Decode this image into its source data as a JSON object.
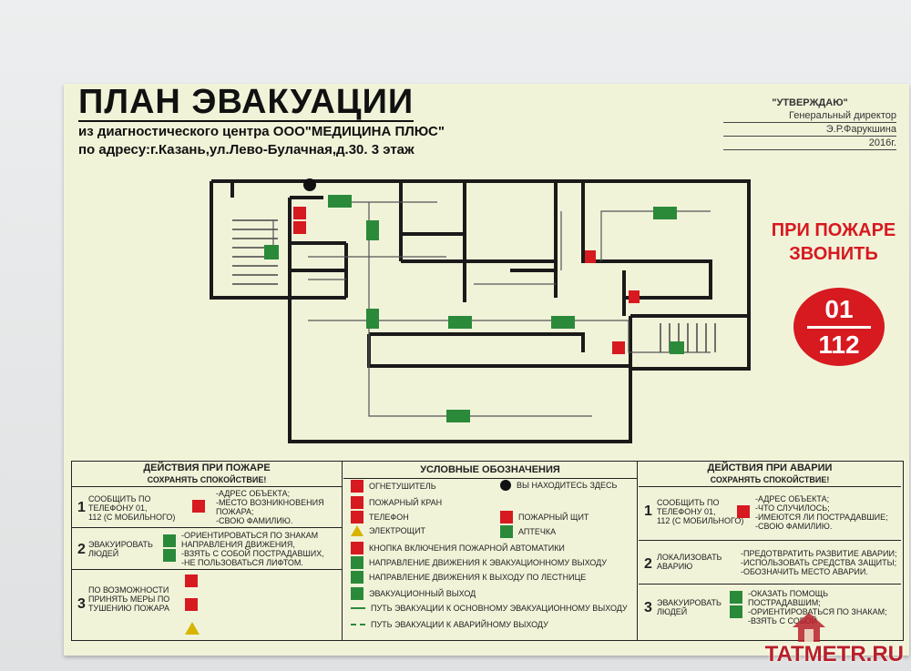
{
  "sign": {
    "title": "ПЛАН ЭВАКУАЦИИ",
    "subtitle1": "из диагностического центра ООО\"МЕДИЦИНА ПЛЮС\"",
    "subtitle2": "по адресу:г.Казань,ул.Лево-Булачная,д.30. 3 этаж"
  },
  "approval": {
    "header": "\"УТВЕРЖДАЮ\"",
    "line1": "Генеральный директор",
    "line2": "Э.Р.Фарукшина",
    "line3": "2016г."
  },
  "fire_call": {
    "line1": "ПРИ ПОЖАРЕ",
    "line2": "ЗВОНИТЬ",
    "num1": "01",
    "num2": "112"
  },
  "fire_actions": {
    "header1": "ДЕЙСТВИЯ ПРИ ПОЖАРЕ",
    "header2": "СОХРАНЯТЬ СПОКОЙСТВИЕ!",
    "s1_num": "1",
    "s1_a": "СООБЩИТЬ ПО",
    "s1_b": "ТЕЛЕФОНУ 01,",
    "s1_c": "112 (С МОБИЛЬНОГО)",
    "s1_r1": "-АДРЕС ОБЪЕКТА;",
    "s1_r2": "-МЕСТО ВОЗНИКНОВЕНИЯ",
    "s1_r3": "ПОЖАРА;",
    "s1_r4": "-СВОЮ ФАМИЛИЮ.",
    "s2_num": "2",
    "s2_a": "ЭВАКУИРОВАТЬ",
    "s2_b": "ЛЮДЕЙ",
    "s2_r1": "-ОРИЕНТИРОВАТЬСЯ ПО ЗНАКАМ",
    "s2_r2": "НАПРАВЛЕНИЯ ДВИЖЕНИЯ,",
    "s2_r3": "-ВЗЯТЬ С СОБОЙ ПОСТРАДАВШИХ,",
    "s2_r4": "-НЕ ПОЛЬЗОВАТЬСЯ ЛИФТОМ.",
    "s3_num": "3",
    "s3_a": "ПО ВОЗМОЖНОСТИ",
    "s3_b": "ПРИНЯТЬ МЕРЫ ПО",
    "s3_c": "ТУШЕНИЮ ПОЖАРА"
  },
  "legend": {
    "header": "УСЛОВНЫЕ ОБОЗНАЧЕНИЯ",
    "extinguisher": "ОГНЕТУШИТЕЛЬ",
    "you_are_here": "ВЫ НАХОДИТЕСЬ ЗДЕСЬ",
    "hydrant": "ПОЖАРНЫЙ КРАН",
    "phone": "ТЕЛЕФОН",
    "fire_board": "ПОЖАРНЫЙ ЩИТ",
    "panel": "ЭЛЕКТРОЩИТ",
    "first_aid": "АПТЕЧКА",
    "alarm_button": "КНОПКА ВКЛЮЧЕНИЯ ПОЖАРНОЙ АВТОМАТИКИ",
    "exit_dir": "НАПРАВЛЕНИЕ ДВИЖЕНИЯ К ЭВАКУАЦИОННОМУ ВЫХОДУ",
    "stairs_dir": "НАПРАВЛЕНИЕ ДВИЖЕНИЯ К ВЫХОДУ ПО ЛЕСТНИЦЕ",
    "exit": "ЭВАКУАЦИОННЫЙ ВЫХОД",
    "main_path": "ПУТЬ ЭВАКУАЦИИ К ОСНОВНОМУ ЭВАКУАЦИОННОМУ ВЫХОДУ",
    "emergency_path": "ПУТЬ ЭВАКУАЦИИ К АВАРИЙНОМУ ВЫХОДУ"
  },
  "accident_actions": {
    "header1": "ДЕЙСТВИЯ ПРИ АВАРИИ",
    "header2": "СОХРАНЯТЬ СПОКОЙСТВИЕ!",
    "s1_num": "1",
    "s1_a": "СООБЩИТЬ ПО",
    "s1_b": "ТЕЛЕФОНУ 01,",
    "s1_c": "112 (С МОБИЛЬНОГО)",
    "s1_r1": "-АДРЕС ОБЪЕКТА;",
    "s1_r2": "-ЧТО СЛУЧИЛОСЬ;",
    "s1_r3": "-ИМЕЮТСЯ ЛИ ПОСТРАДАВШИЕ;",
    "s1_r4": "-СВОЮ ФАМИЛИЮ.",
    "s2_num": "2",
    "s2_a": "ЛОКАЛИЗОВАТЬ",
    "s2_b": "АВАРИЮ",
    "s2_r1": "-ПРЕДОТВРАТИТЬ РАЗВИТИЕ АВАРИИ;",
    "s2_r2": "-ИСПОЛЬЗОВАТЬ СРЕДСТВА ЗАЩИТЫ;",
    "s2_r3": "-ОБОЗНАЧИТЬ МЕСТО АВАРИИ.",
    "s3_num": "3",
    "s3_a": "ЭВАКУИРОВАТЬ",
    "s3_b": "ЛЮДЕЙ",
    "s3_r1": "-ОКАЗАТЬ ПОМОЩЬ ПОСТРАДАВШИМ;",
    "s3_r2": "-ОРИЕНТИРОВАТЬСЯ ПО ЗНАКАМ;",
    "s3_r3": "-ВЗЯТЬ С СОБОЙ"
  },
  "watermark": "TATMETR.RU",
  "colors": {
    "red": "#d71920",
    "green": "#2a8a3a",
    "sign_bg": "#f1f3d9"
  }
}
